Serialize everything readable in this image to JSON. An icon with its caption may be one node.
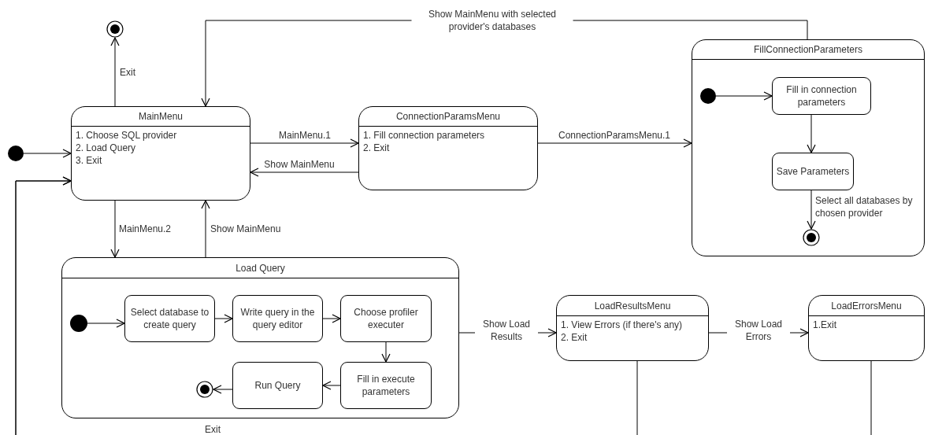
{
  "diagram": {
    "nodes": [
      {
        "text": [],
        "shape": "circle"
      },
      {
        "text": [],
        "shape": "circle"
      },
      {
        "text": [
          "MainMenu",
          "1. Choose SQL provider",
          "2. Load Query",
          "3. Exit"
        ]
      },
      {
        "text": [
          "ConnectionParamsMenu",
          "1. Fill connection parameters",
          "2. Exit"
        ]
      },
      {
        "text": [
          "FillConnectionParameters"
        ]
      },
      {
        "text": [],
        "shape": "circle",
        "in": 4
      },
      {
        "text": [
          "Fill in connection parameters"
        ],
        "in": 4
      },
      {
        "text": [
          "Save Parameters"
        ],
        "in": 4
      },
      {
        "text": [],
        "shape": "circle",
        "in": 4
      },
      {
        "text": [
          "Load Query"
        ]
      },
      {
        "text": [],
        "shape": "circle",
        "in": 9
      },
      {
        "text": [
          "Select database to create query"
        ],
        "in": 9
      },
      {
        "text": [
          "Write query in the query editor"
        ],
        "in": 9
      },
      {
        "text": [
          "Choose profiler executer"
        ],
        "in": 9
      },
      {
        "text": [
          "Fill in execute parameters"
        ],
        "in": 9
      },
      {
        "text": [
          "Run Query"
        ],
        "in": 9
      },
      {
        "text": [],
        "shape": "circle",
        "in": 9
      },
      {
        "text": [
          "LoadResultsMenu",
          "1. View Errors (if there's any)",
          "2. Exit"
        ]
      },
      {
        "text": [
          "LoadErrorsMenu",
          "1.Exit"
        ]
      }
    ],
    "edges": [
      {
        "from": 2,
        "to": 0,
        "arrow": "to",
        "label": "Exit"
      },
      {
        "from": 1,
        "to": 2,
        "arrow": "to"
      },
      {
        "from": 2,
        "to": 3,
        "arrow": "to",
        "label": "MainMenu.1"
      },
      {
        "from": 3,
        "to": 2,
        "arrow": "to",
        "label": "Show MainMenu"
      },
      {
        "from": 3,
        "to": 4,
        "arrow": "to",
        "label": "ConnectionParamsMenu.1"
      },
      {
        "from": 4,
        "to": 2,
        "arrow": "to",
        "label": "Show MainMenu with selected provider's databases"
      },
      {
        "from": 5,
        "to": 6,
        "arrow": "to"
      },
      {
        "from": 6,
        "to": 7,
        "arrow": "to"
      },
      {
        "from": 7,
        "to": 8,
        "arrow": "to",
        "label": "Select all databases by chosen provider"
      },
      {
        "from": 2,
        "to": 9,
        "arrow": "to",
        "label": "MainMenu.2"
      },
      {
        "from": 9,
        "to": 2,
        "arrow": "to",
        "label": "Show MainMenu"
      },
      {
        "from": 10,
        "to": 11,
        "arrow": "to"
      },
      {
        "from": 11,
        "to": 12,
        "arrow": "to"
      },
      {
        "from": 12,
        "to": 13,
        "arrow": "to"
      },
      {
        "from": 13,
        "to": 14,
        "arrow": "to"
      },
      {
        "from": 14,
        "to": 15,
        "arrow": "to"
      },
      {
        "from": 15,
        "to": 16,
        "arrow": "to"
      },
      {
        "from": 9,
        "to": 17,
        "arrow": "to",
        "label": "Show Load Results"
      },
      {
        "from": 17,
        "to": 18,
        "arrow": "to",
        "label": "Show Load Errors"
      },
      {
        "from": 17,
        "to": 2,
        "arrow": "to",
        "label": "Exit"
      },
      {
        "from": 18,
        "to": 2,
        "arrow": "to"
      }
    ]
  }
}
